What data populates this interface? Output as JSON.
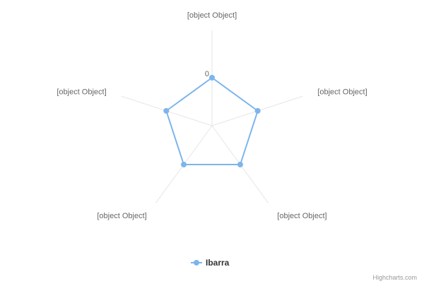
{
  "chart_data": {
    "type": "radar",
    "categories": [
      "[object Object]",
      "[object Object]",
      "[object Object]",
      "[object Object]",
      "[object Object]"
    ],
    "series": [
      {
        "name": "Ibarra",
        "values": [
          0,
          0,
          0,
          0,
          0
        ]
      }
    ],
    "tick_labels": [
      "0"
    ],
    "colors": {
      "series": "#7cb5ec",
      "grid": "#e6e6e6",
      "text": "#666666"
    },
    "legend": {
      "position": "bottom"
    }
  },
  "credits": "Highcharts.com"
}
